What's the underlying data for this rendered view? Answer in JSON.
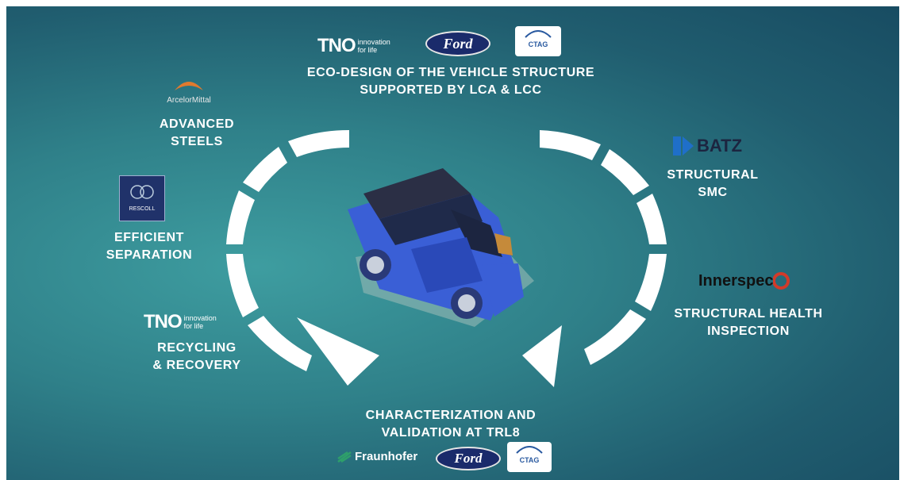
{
  "labels": {
    "top_line1": "ECO-DESIGN OF THE VEHICLE STRUCTURE",
    "top_line2": "SUPPORTED BY LCA & LCC",
    "steels_line1": "ADVANCED",
    "steels_line2": "STEELS",
    "separation_line1": "EFFICIENT",
    "separation_line2": "SEPARATION",
    "recycling_line1": "RECYCLING",
    "recycling_line2": "& RECOVERY",
    "smc_line1": "STRUCTURAL",
    "smc_line2": "SMC",
    "health_line1": "STRUCTURAL HEALTH",
    "health_line2": "INSPECTION",
    "bottom_line1": "CHARACTERIZATION AND",
    "bottom_line2": "VALIDATION AT TRL8"
  },
  "logos": {
    "tno_mark": "TNO",
    "tno_tagline1": "innovation",
    "tno_tagline2": "for life",
    "ford": "Ford",
    "ctag": "CTAG",
    "arcelormittal": "ArcelorMittal",
    "rescoll": "RESCOLL",
    "batz": "BATZ",
    "innerspec": "Innerspec",
    "fraunhofer": "Fraunhofer"
  },
  "colors": {
    "background": "#2a7480",
    "arrow": "#ffffff",
    "car_body": "#3a5fd6",
    "ford_blue": "#1a2b6b",
    "arcelor_orange": "#e07a2e",
    "batz_blue": "#1f6fc9",
    "innerspec_red": "#d23a2a",
    "fraunhofer_green": "#2ea06a"
  }
}
